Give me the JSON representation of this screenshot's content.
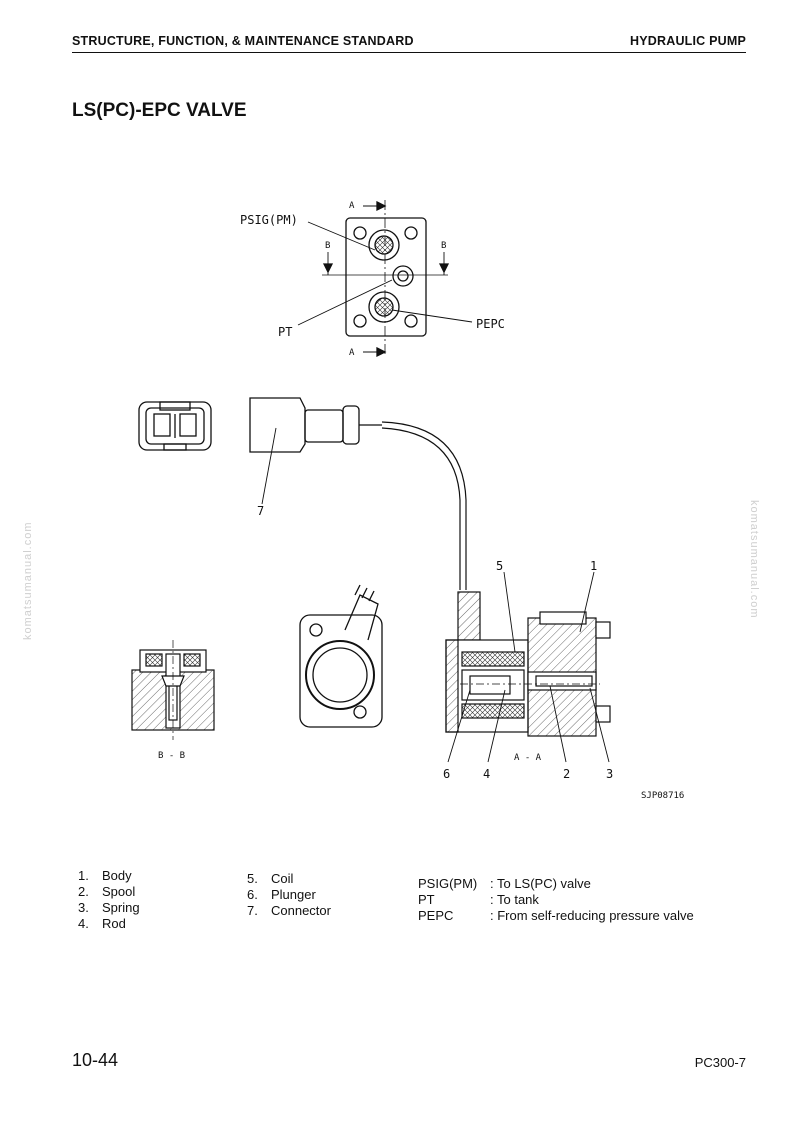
{
  "header": {
    "left": "STRUCTURE, FUNCTION, & MAINTENANCE STANDARD",
    "right": "HYDRAULIC PUMP"
  },
  "title": "LS(PC)-EPC VALVE",
  "watermark": "komatsumanual.com",
  "diagram": {
    "label_a_top": "A",
    "label_a_bottom": "A",
    "label_b_left": "B",
    "label_b_right": "B",
    "psig": "PSIG(PM)",
    "pt": "PT",
    "pepc": "PEPC",
    "callout_1": "1",
    "callout_2": "2",
    "callout_3": "3",
    "callout_4": "4",
    "callout_5": "5",
    "callout_6": "6",
    "callout_7": "7",
    "section_bb": "B - B",
    "section_aa": "A - A",
    "drawing_code": "SJP08716"
  },
  "legend": {
    "col1": [
      {
        "num": "1.",
        "text": "Body"
      },
      {
        "num": "2.",
        "text": "Spool"
      },
      {
        "num": "3.",
        "text": "Spring"
      },
      {
        "num": "4.",
        "text": "Rod"
      }
    ],
    "col2": [
      {
        "num": "5.",
        "text": "Coil"
      },
      {
        "num": "6.",
        "text": "Plunger"
      },
      {
        "num": "7.",
        "text": "Connector"
      }
    ],
    "ports": [
      {
        "key": "PSIG(PM)",
        "text": ": To LS(PC) valve"
      },
      {
        "key": "PT",
        "text": ": To tank"
      },
      {
        "key": "PEPC",
        "text": ": From self-reducing pressure valve"
      }
    ]
  },
  "footer": {
    "page": "10-44",
    "model": "PC300-7"
  }
}
